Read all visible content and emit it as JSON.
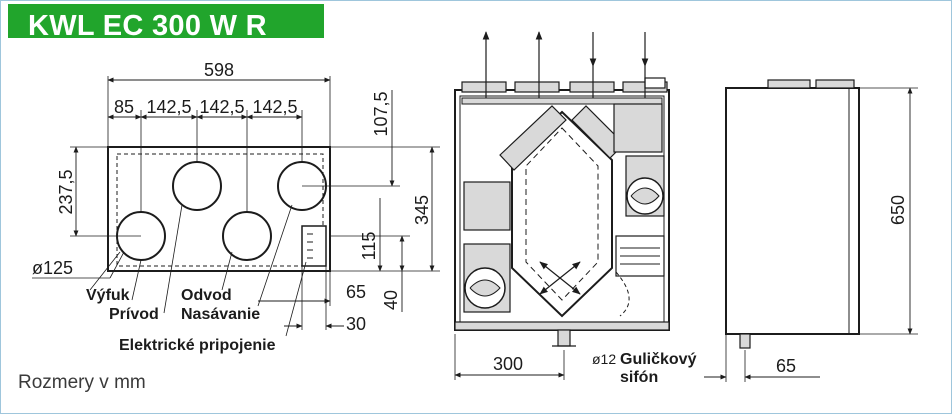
{
  "title": "KWL EC 300 W R",
  "caption": "Rozmery v mm",
  "front_view": {
    "dim_total_width": "598",
    "dim_seg_1": "85",
    "dim_seg_2": "142,5",
    "dim_seg_3": "142,5",
    "dim_seg_4": "142,5",
    "dim_left_height": "237,5",
    "dim_top_offset": "107,5",
    "dim_inner_height": "345",
    "dim_lower": "115",
    "dim_bottom": "40",
    "dim_right_65": "65",
    "dim_right_30": "30",
    "dim_diameter": "ø125"
  },
  "labels": {
    "vyfuk": "Výfuk",
    "privod": "Prívod",
    "odvod": "Odvod",
    "nasavanie": "Nasávanie",
    "elektricke": "Elektrické pripojenie"
  },
  "side_view": {
    "dim_depth": "300",
    "drain_diameter": "ø12",
    "drain_label_1": "Guličkový",
    "drain_label_2": "sifón",
    "dim_height": "650",
    "dim_65": "65"
  },
  "colors": {
    "title_bg": "#21a52c",
    "title_text": "#ffffff",
    "line": "#1c1c1c",
    "fill": "#d9d9d9"
  }
}
